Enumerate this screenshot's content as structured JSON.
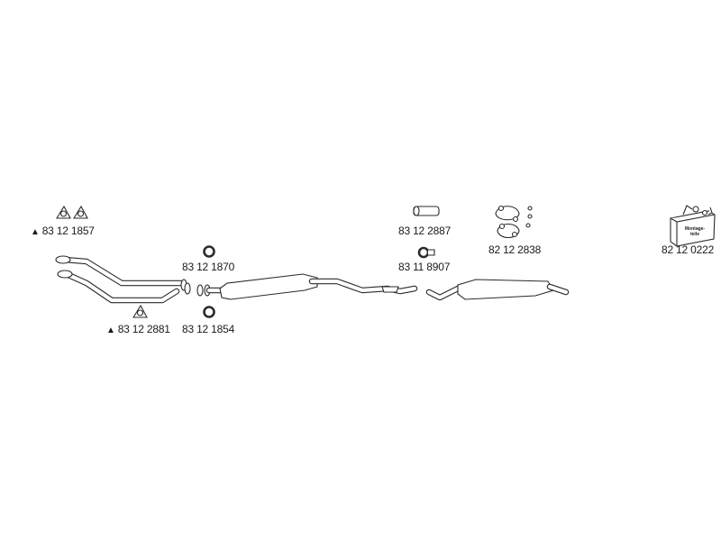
{
  "parts": [
    {
      "id": "front-pipe-gasket",
      "part_number": "83 12 1857",
      "warning": true,
      "icon": "triangle-gasket-icon"
    },
    {
      "id": "front-pipe-gasket-2",
      "part_number": "83 12 2881",
      "warning": true,
      "icon": "triangle-gasket-icon"
    },
    {
      "id": "sealing-ring-1",
      "part_number": "83 12 1870",
      "warning": false,
      "icon": "ring-icon"
    },
    {
      "id": "sealing-ring-2",
      "part_number": "83 12 1854",
      "warning": false,
      "icon": "ring-icon"
    },
    {
      "id": "rubber-mount",
      "part_number": "83 12 2887",
      "warning": false,
      "icon": "rubber-mount-icon"
    },
    {
      "id": "pipe-clamp",
      "part_number": "83 11 8907",
      "warning": false,
      "icon": "clamp-icon"
    },
    {
      "id": "mounting-brackets",
      "part_number": "82 12 2838",
      "warning": false,
      "icon": "bracket-icon"
    },
    {
      "id": "mounting-kit",
      "part_number": "82 12 0222",
      "warning": false,
      "icon": "mounting-kit-box-icon",
      "box_text_line1": "Montage-",
      "box_text_line2": "teile"
    }
  ],
  "symbols": {
    "warning_triangle": "▲"
  },
  "colors": {
    "line": "#2b2b2b",
    "fill": "#ffffff",
    "text": "#1a1a1a"
  }
}
